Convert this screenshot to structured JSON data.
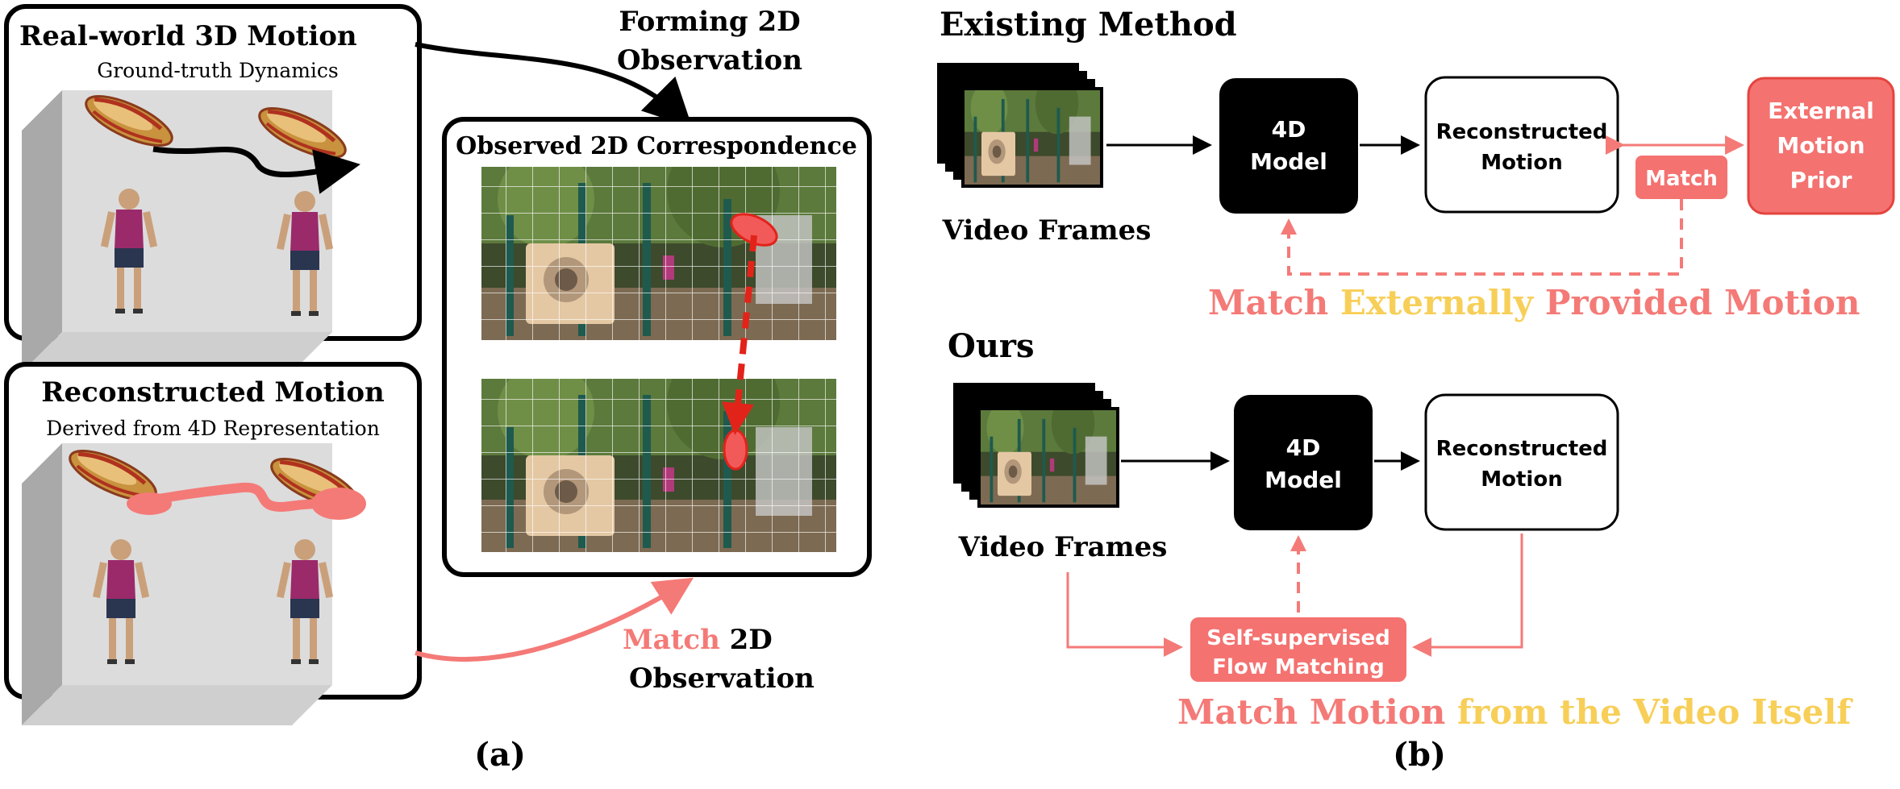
{
  "colors": {
    "accent_red": "#f47a77",
    "accent_red_fill": "#f47270",
    "accent_yellow": "#f7cf58",
    "dark_red_arrow": "#e2231a",
    "black": "#000000",
    "room_gray": "#dcdcdc",
    "wall_gray": "#a9a9a9"
  },
  "panel_a": {
    "real_world": {
      "title": "Real-world 3D Motion",
      "subtitle": "Ground-truth Dynamics"
    },
    "reconstructed": {
      "title": "Reconstructed Motion",
      "subtitle": "Derived from 4D Representation"
    },
    "forming_label_line1": "Forming 2D",
    "forming_label_line2": "Observation",
    "observed_title": "Observed 2D Correspondence",
    "match_word": "Match",
    "match_rest": " 2D",
    "match_line2": "Observation",
    "caption": "(a)"
  },
  "panel_b": {
    "existing": {
      "heading": "Existing Method",
      "frames_label": "Video Frames",
      "model_line1": "4D",
      "model_line2": "Model",
      "recon_line1": "Reconstructed",
      "recon_line2": "Motion",
      "match_tag": "Match",
      "prior_line1": "External",
      "prior_line2": "Motion",
      "prior_line3": "Prior",
      "tagline_part1": "Match",
      "tagline_part2": "Externally",
      "tagline_part3": "Provided Motion"
    },
    "ours": {
      "heading": "Ours",
      "frames_label": "Video Frames",
      "model_line1": "4D",
      "model_line2": "Model",
      "recon_line1": "Reconstructed",
      "recon_line2": "Motion",
      "flow_line1": "Self-supervised",
      "flow_line2": "Flow Matching",
      "tagline_part1": "Match Motion",
      "tagline_part2": "from the Video Itself"
    },
    "caption": "(b)"
  }
}
